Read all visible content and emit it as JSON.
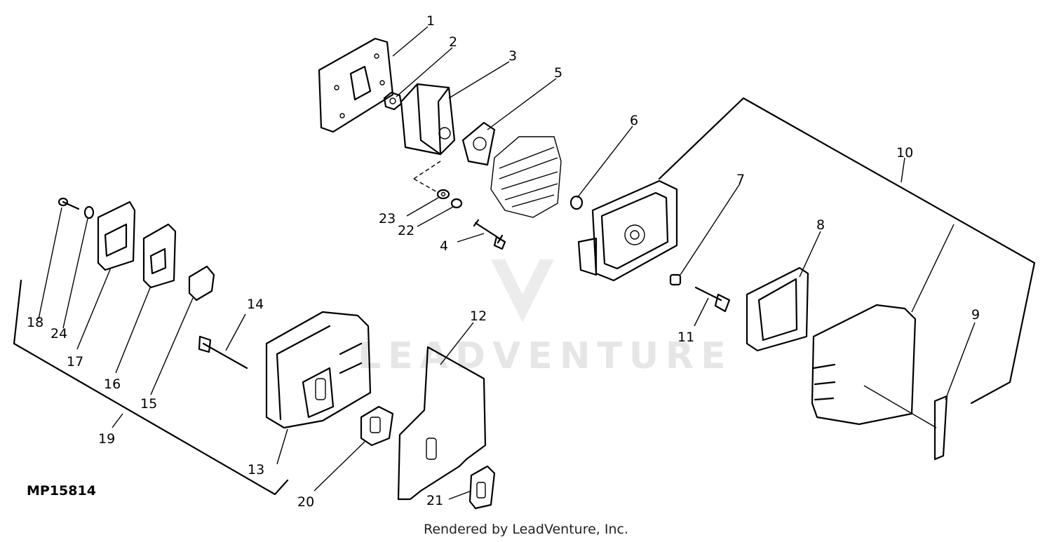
{
  "diagram": {
    "figure_code": "MP15814",
    "callouts": [
      "1",
      "2",
      "3",
      "4",
      "5",
      "6",
      "7",
      "8",
      "9",
      "10",
      "11",
      "12",
      "13",
      "14",
      "15",
      "16",
      "17",
      "18",
      "19",
      "20",
      "21",
      "22",
      "23",
      "24"
    ]
  },
  "watermark": {
    "text": "LEADVENTURE"
  },
  "footer": {
    "credit": "Rendered by LeadVenture, Inc."
  }
}
